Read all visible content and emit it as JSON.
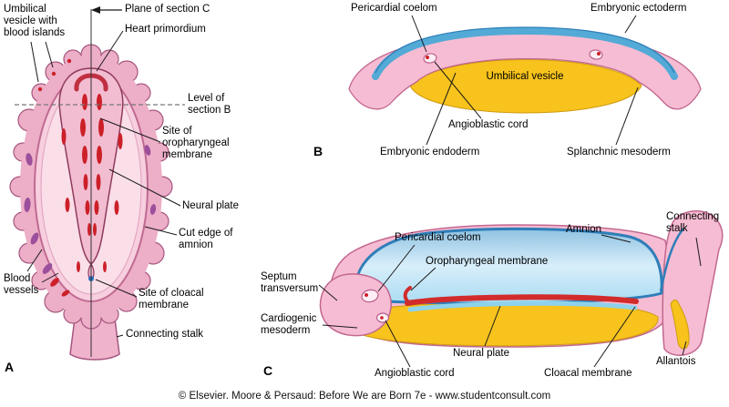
{
  "credit": "© Elsevier. Moore & Persaud: Before We are Born 7e - www.studentconsult.com",
  "palette": {
    "ectoderm_blue": "#53aad6",
    "amniotic_cavity_blue": "#cfe9f6",
    "mesoderm_pink": "#f6bcd3",
    "endoderm_yellow": "#f7c31c",
    "neural_plate_red": "#d22b2b",
    "blood_red": "#cc2029",
    "blood_island_purple": "#9b4f9c"
  },
  "panelA": {
    "letter": "A",
    "labels": {
      "umbilicalVesicle": "Umbilical vesicle with blood islands",
      "planeOfSectionC": "Plane of section C",
      "heartPrimordium": "Heart primordium",
      "levelOfSectionB": "Level of section B",
      "siteOfOropharyngealMembrane": "Site of oropharyngeal membrane",
      "neuralPlate": "Neural plate",
      "cutEdgeOfAmnion": "Cut edge of amnion",
      "bloodVessels": "Blood vessels",
      "siteOfCloacalMembrane": "Site of cloacal membrane",
      "connectingStalk": "Connecting stalk"
    }
  },
  "panelB": {
    "letter": "B",
    "labels": {
      "pericardialCoelom": "Pericardial coelom",
      "embryonicEctoderm": "Embryonic ectoderm",
      "umbilicalVesicle": "Umbilical vesicle",
      "angioblasticCord": "Angioblastic cord",
      "embryonicEndoderm": "Embryonic endoderm",
      "splanchnicMesoderm": "Splanchnic mesoderm"
    }
  },
  "panelC": {
    "letter": "C",
    "labels": {
      "pericardialCoelom": "Pericardial coelom",
      "oropharyngealMembrane": "Oropharyngeal membrane",
      "amnion": "Amnion",
      "connectingStalk": "Connecting stalk",
      "septumTransversum": "Septum transversum",
      "cardiogenicMesoderm": "Cardiogenic mesoderm",
      "neuralPlate": "Neural plate",
      "angioblasticCord": "Angioblastic cord",
      "cloacalMembrane": "Cloacal membrane",
      "allantois": "Allantois"
    }
  }
}
